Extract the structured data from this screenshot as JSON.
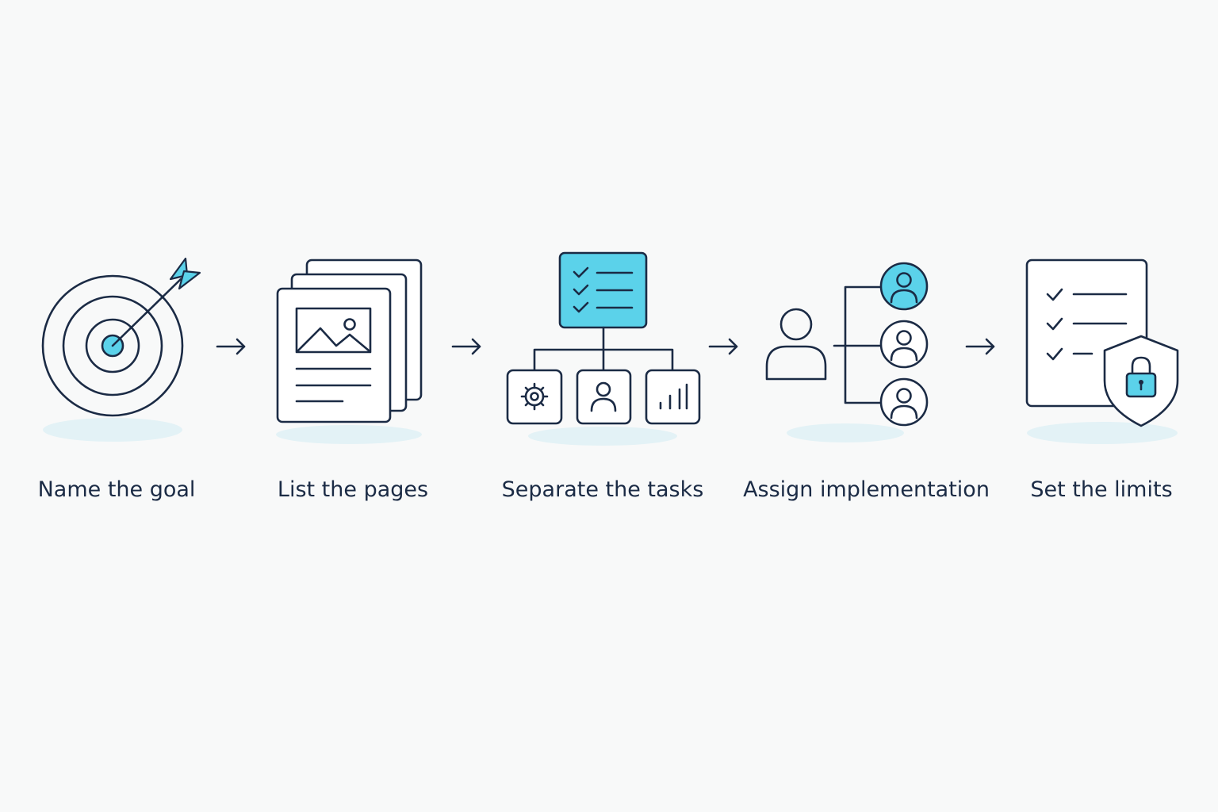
{
  "colors": {
    "background": "#f8f9f9",
    "stroke": "#1b2b45",
    "accent": "#5bd2ea",
    "shadow": "#e3f2f6"
  },
  "steps": [
    {
      "label": "Name the goal",
      "icon": "target-arrow-icon"
    },
    {
      "label": "List the pages",
      "icon": "stacked-pages-icon"
    },
    {
      "label": "Separate the tasks",
      "icon": "task-breakdown-icon"
    },
    {
      "label": "Assign implementation",
      "icon": "assign-people-icon"
    },
    {
      "label": "Set the limits",
      "icon": "checklist-shield-lock-icon"
    }
  ],
  "connector_icon": "arrow-right-icon"
}
